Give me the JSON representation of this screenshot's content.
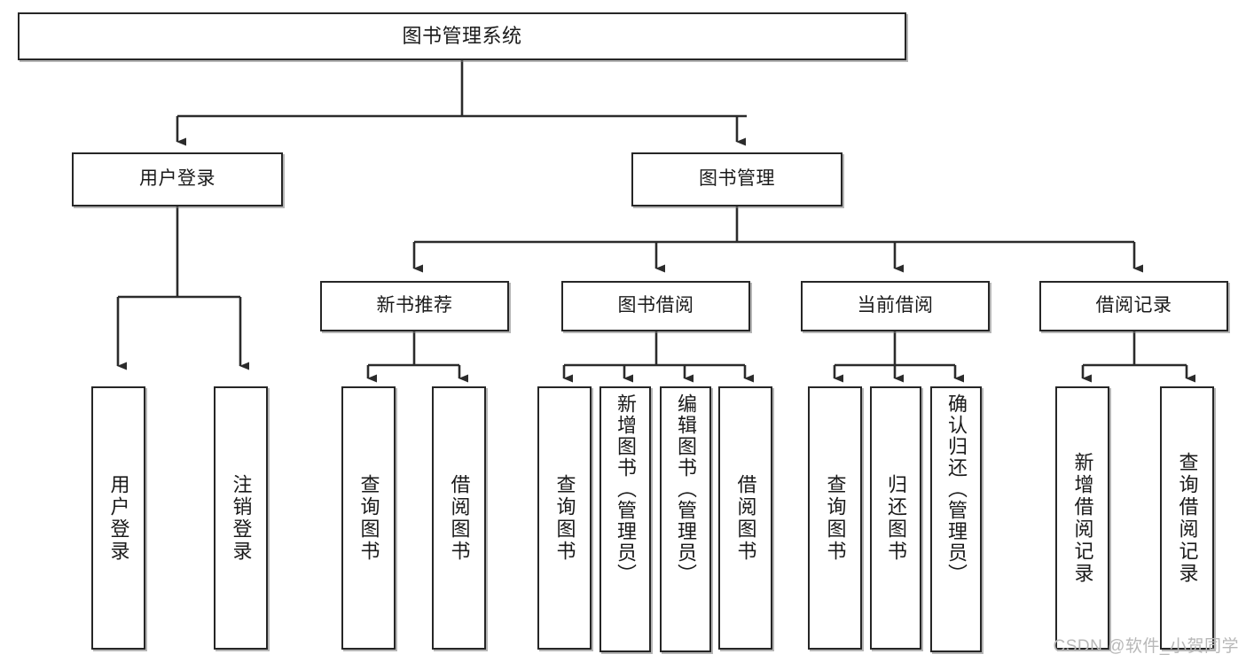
{
  "diagram": {
    "title": "图书管理系统",
    "watermark": "CSDN @软件_小贺同学",
    "colors": {
      "box_border": "#262626",
      "box_fill": "#ffffff",
      "line": "#2b2b2b",
      "watermark": "#b8b8b8"
    },
    "nodes": {
      "root": {
        "label": "图书管理系统"
      },
      "level1": [
        {
          "label": "用户登录"
        },
        {
          "label": "图书管理"
        }
      ],
      "level2": [
        {
          "label": "新书推荐"
        },
        {
          "label": "图书借阅"
        },
        {
          "label": "当前借阅"
        },
        {
          "label": "借阅记录"
        }
      ],
      "leaves": {
        "user_login": [
          {
            "label": "用户登录"
          },
          {
            "label": "注销登录"
          }
        ],
        "new_book": [
          {
            "label": "查询图书"
          },
          {
            "label": "借阅图书"
          }
        ],
        "book_borrow": [
          {
            "label": "查询图书"
          },
          {
            "label": "新增图书（管理员）"
          },
          {
            "label": "编辑图书（管理员）"
          },
          {
            "label": "借阅图书"
          }
        ],
        "current_borrow": [
          {
            "label": "查询图书"
          },
          {
            "label": "归还图书"
          },
          {
            "label": "确认归还（管理员）"
          }
        ],
        "borrow_record": [
          {
            "label": "新增借阅记录"
          },
          {
            "label": "查询借阅记录"
          }
        ]
      }
    }
  }
}
